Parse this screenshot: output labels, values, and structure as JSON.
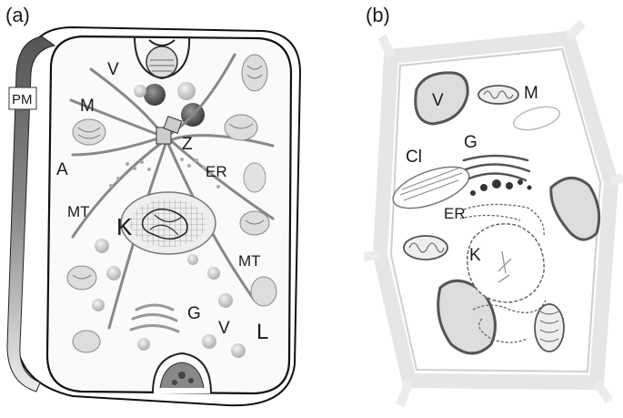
{
  "panel_a": {
    "panel_label": "(a)",
    "labels": {
      "pm": "PM",
      "v_top": "V",
      "m": "M",
      "z": "Z",
      "a": "A",
      "er": "ER",
      "mt_left": "MT",
      "k": "K",
      "mt_right": "MT",
      "g": "G",
      "v_bottom": "V",
      "l": "L"
    }
  },
  "panel_b": {
    "panel_label": "(b)",
    "labels": {
      "v": "V",
      "m": "M",
      "g": "G",
      "cl": "Cl",
      "er": "ER",
      "k": "K"
    }
  }
}
